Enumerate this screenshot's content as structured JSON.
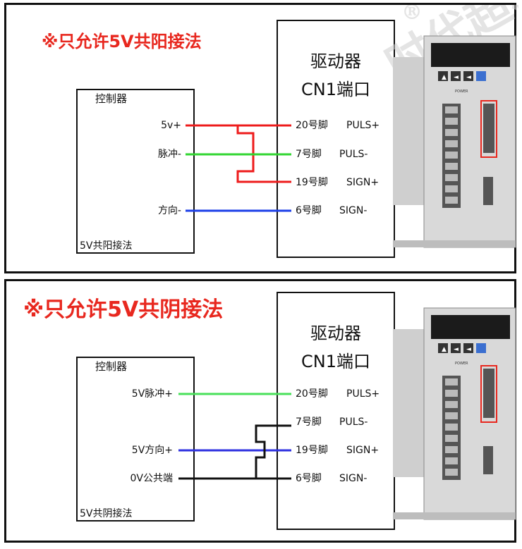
{
  "panel1": {
    "title": "※只允许5V共阳接法",
    "controller_label": "控制器",
    "controller_footer": "5V共阳接法",
    "driver_title_line1": "驱动器",
    "driver_title_line2": "CN1端口",
    "left_signals": [
      "5v+",
      "脉冲-",
      "方向-"
    ],
    "pins": [
      "20号脚",
      "7号脚",
      "19号脚",
      "6号脚"
    ],
    "pin_signals": [
      "PULS+",
      "PULS-",
      "SIGN+",
      "SIGN-"
    ],
    "wire_colors": {
      "red": "#ee1c1c",
      "green": "#2fd52f",
      "blue": "#1c3fe8"
    }
  },
  "panel2": {
    "title": "※只允许5V共阴接法",
    "controller_label": "控制器",
    "controller_footer": "5V共阴接法",
    "driver_title_line1": "驱动器",
    "driver_title_line2": "CN1端口",
    "left_signals": [
      "5V脉冲+",
      "5V方向+",
      "0V公共端"
    ],
    "pins": [
      "20号脚",
      "7号脚",
      "19号脚",
      "6号脚"
    ],
    "pin_signals": [
      "PULS+",
      "PULS-",
      "SIGN+",
      "SIGN-"
    ],
    "wire_colors": {
      "green": "#48e05a",
      "blue": "#2e30e0",
      "black": "#111111"
    }
  },
  "watermark": "时代超群",
  "watermark_mark": "®",
  "device_power_label": "POWER",
  "device_button_glyphs": [
    "▲",
    "◄",
    "◄"
  ]
}
